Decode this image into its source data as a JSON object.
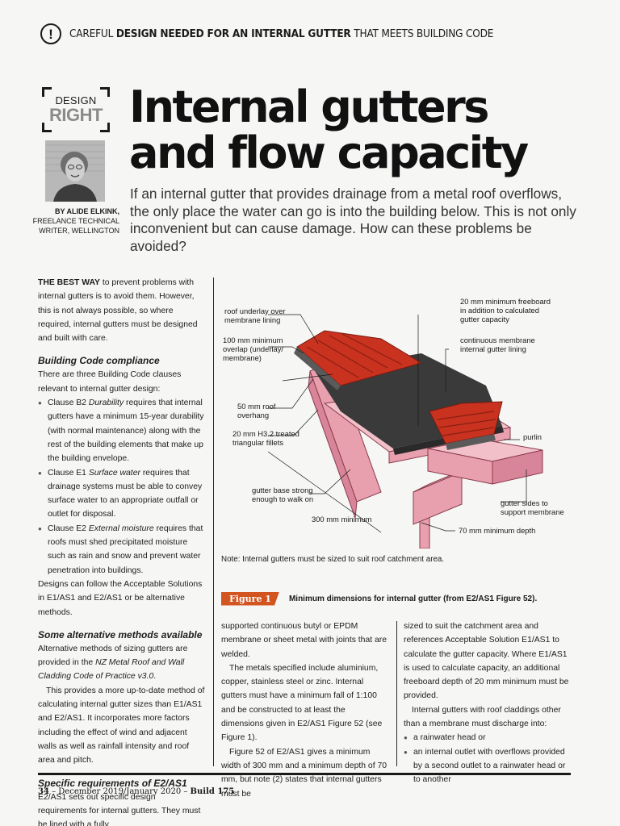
{
  "banner": {
    "pre": "CAREFUL ",
    "bold": "DESIGN NEEDED FOR AN INTERNAL GUTTER",
    "post": " THAT MEETS BUILDING CODE"
  },
  "logo": {
    "line1": "DESIGN",
    "line2": "RIGHT"
  },
  "byline": {
    "name": "BY ALIDE ELKINK,",
    "role1": "FREELANCE TECHNICAL",
    "role2": "WRITER, WELLINGTON"
  },
  "headline": {
    "line1": "Internal gutters",
    "line2": "and flow capacity"
  },
  "deck": "If an internal gutter that provides drainage from a metal roof overflows, the only place the water can go is into the building below. This is not only inconvenient but can cause damage. How can these problems be avoided?",
  "col1": {
    "lead": "THE BEST WAY",
    "intro": " to prevent problems with internal gutters is to avoid them. However, this is not always possible, so where required, internal gutters must be designed and built with care.",
    "h1": "Building Code compliance",
    "p1": "There are three Building Code clauses relevant to internal gutter design:",
    "b1a": "Clause B2 ",
    "b1i": "Durability",
    "b1b": " requires that internal gutters have a minimum 15-year durability (with normal maintenance) along with the rest of the building elements that make up the building envelope.",
    "b2a": "Clause E1 ",
    "b2i": "Surface water",
    "b2b": " requires that drainage systems must be able to convey surface water to an appropriate outfall or outlet for disposal.",
    "b3a": "Clause E2 ",
    "b3i": "External moisture",
    "b3b": " requires that roofs must shed precipitated moisture such as rain and snow and prevent water penetration into buildings.",
    "p2": "Designs can follow the Acceptable Solutions in E1/AS1 and E2/AS1 or be alternative methods.",
    "h2": "Some alternative methods available",
    "p3a": "Alternative methods of sizing gutters are provided in the ",
    "p3i": "NZ Metal Roof and Wall Cladding Code of Practice v3.0",
    "p3b": ".",
    "p4": "This provides a more up-to-date method of calculating internal gutter sizes than E1/AS1 and E2/AS1. It incorporates more factors including the effect of wind and adjacent walls as well as rainfall intensity and roof area and pitch.",
    "h3": "Specific requirements of E2/AS1",
    "p5": "E2/AS1 sets out specific design requirements for internal gutters. They must be lined with a fully"
  },
  "figure": {
    "labels": {
      "underlay": "roof underlay over membrane lining",
      "overlap": "100 mm minimum overlap (underlay/ membrane)",
      "overhang": "50 mm roof overhang",
      "fillets": "20 mm H3.2 treated triangular fillets",
      "base": "gutter base strong enough to walk on",
      "width": "300 mm minimum",
      "freeboard": "20 mm minimum freeboard in addition to calculated gutter capacity",
      "membrane": "continuous membrane internal gutter lining",
      "purlin": "purlin",
      "sides": "gutter sides to support membrane",
      "depth": "70 mm minimum depth"
    },
    "note": "Note: Internal gutters must be sized to suit roof catchment area.",
    "tag": "Figure 1",
    "caption": "Minimum dimensions for internal gutter (from E2/AS1 Figure 52).",
    "colors": {
      "roof": "#c8321f",
      "timber": "#e8a0ae",
      "membrane": "#3a3a3a",
      "accent": "#d2541f"
    }
  },
  "col2": {
    "p1": "supported continuous butyl or EPDM membrane or sheet metal with joints that are welded.",
    "p2": "The metals specified include aluminium, copper, stainless steel or zinc. Internal gutters must have a minimum fall of 1:100 and be constructed to at least the dimensions given in E2/AS1 Figure 52 (see Figure 1).",
    "p3": "Figure 52 of E2/AS1 gives a minimum width of 300 mm and a minimum depth of 70 mm, but note (2) states that internal gutters must be"
  },
  "col3": {
    "p1": "sized to suit the catchment area and references Acceptable Solution E1/AS1 to calculate the gutter capacity. Where E1/AS1 is used to calculate capacity, an additional freeboard depth of 20 mm minimum must be provided.",
    "p2": "Internal gutters with roof claddings other than a membrane must discharge into:",
    "b1": "a rainwater head or",
    "b2": "an internal outlet with overflows provided by a second outlet to a rainwater head or to another"
  },
  "footer": {
    "page": "34",
    "issue": " – December 2019/January 2020 – ",
    "mag": "Build 175"
  }
}
